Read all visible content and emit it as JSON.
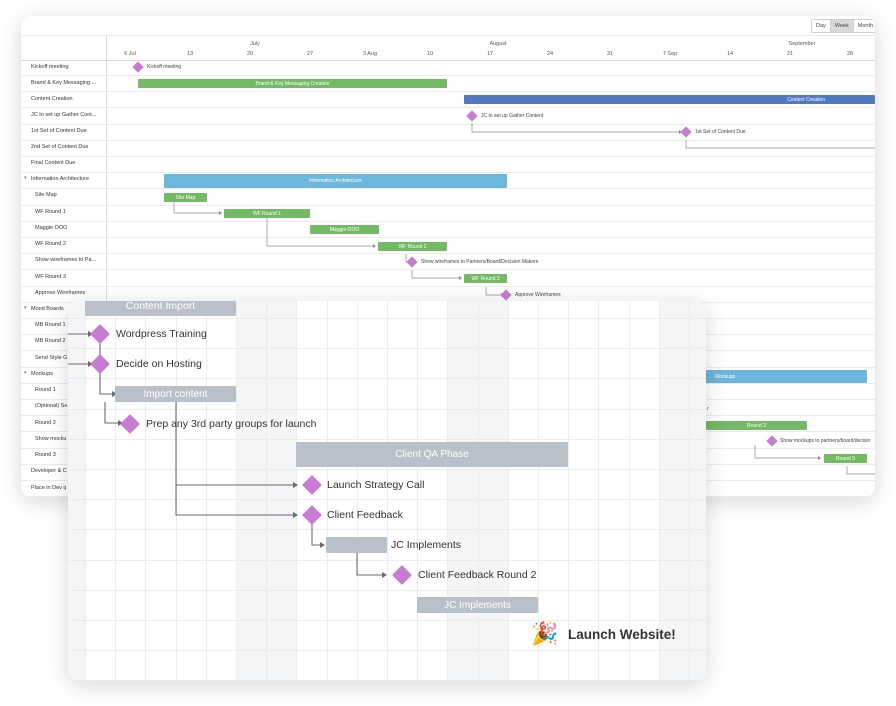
{
  "zoom": {
    "day": "Day",
    "week": "Week",
    "month": "Month",
    "active": "Week"
  },
  "months": [
    "July",
    "August",
    "September"
  ],
  "days": [
    "6 Jul",
    "13",
    "20",
    "27",
    "3 Aug",
    "10",
    "17",
    "24",
    "31",
    "7 Sep",
    "14",
    "21",
    "28"
  ],
  "tasks": [
    "Kickoff meeting",
    "Brand & Key Messaging ...",
    "Content Creation",
    "JC to set up Gather Cont...",
    "1st Set of Content Due",
    "2nd Set of Content Due",
    "Final Content Due",
    "Information Architecture",
    "Site Map",
    "WF Round 1",
    "Maggie OOO",
    "WF Round 2",
    "Show wireframes to Pa...",
    "WF Round 3",
    "Approve Wireframes",
    "Mood Boards",
    "MB Round 1",
    "MB Round 2",
    "Send Style G",
    "Mockups",
    "Round 1",
    "(Optional) Se",
    "Round 2",
    "Show mocku",
    "Round 3",
    "Developer & C",
    "Place in Dev q"
  ],
  "timeline1": {
    "kickoff": "Kickoff meeting",
    "brand": "Brand & Key Messaging Creation",
    "content_creation": "Content Creation",
    "gather": "JC to set up Gather Content",
    "first_set": "1st Set of Content Due",
    "ia": "Information Architecture",
    "sitemap": "Site Map",
    "wf1": "WF Round 1",
    "maggie": "Maggie OOO",
    "wf2": "WF Round 2",
    "show_wf": "Show wireframes to Partners/Board/Decision Makers",
    "wf3": "WF Round 3",
    "approve": "Approve Wireframes",
    "mockups": "Mockups",
    "partial_r": "r",
    "round2": "Round 2",
    "show_mockups": "Show mockups to partners/board/decisio",
    "round3": "Round 3"
  },
  "timeline2": {
    "content_import": "Content Import",
    "wp_training": "Wordpress Training",
    "hosting": "Decide on Hosting",
    "import_content": "Import content",
    "prep_3rd": "Prep any 3rd party groups for launch",
    "client_qa": "Client QA Phase",
    "launch_call": "Launch Strategy Call",
    "client_feedback": "Client Feedback",
    "jc_impl1": "JC Implements",
    "feedback2": "Client Feedback Round 2",
    "jc_impl2": "JC Implements",
    "launch": "Launch Website!",
    "emoji": "🎉"
  },
  "colors": {
    "green": "#74b964",
    "blue": "#5079bf",
    "lightblue": "#6cb7dc",
    "milestone": "#c77bd3",
    "grey": "#b9c0c9"
  }
}
